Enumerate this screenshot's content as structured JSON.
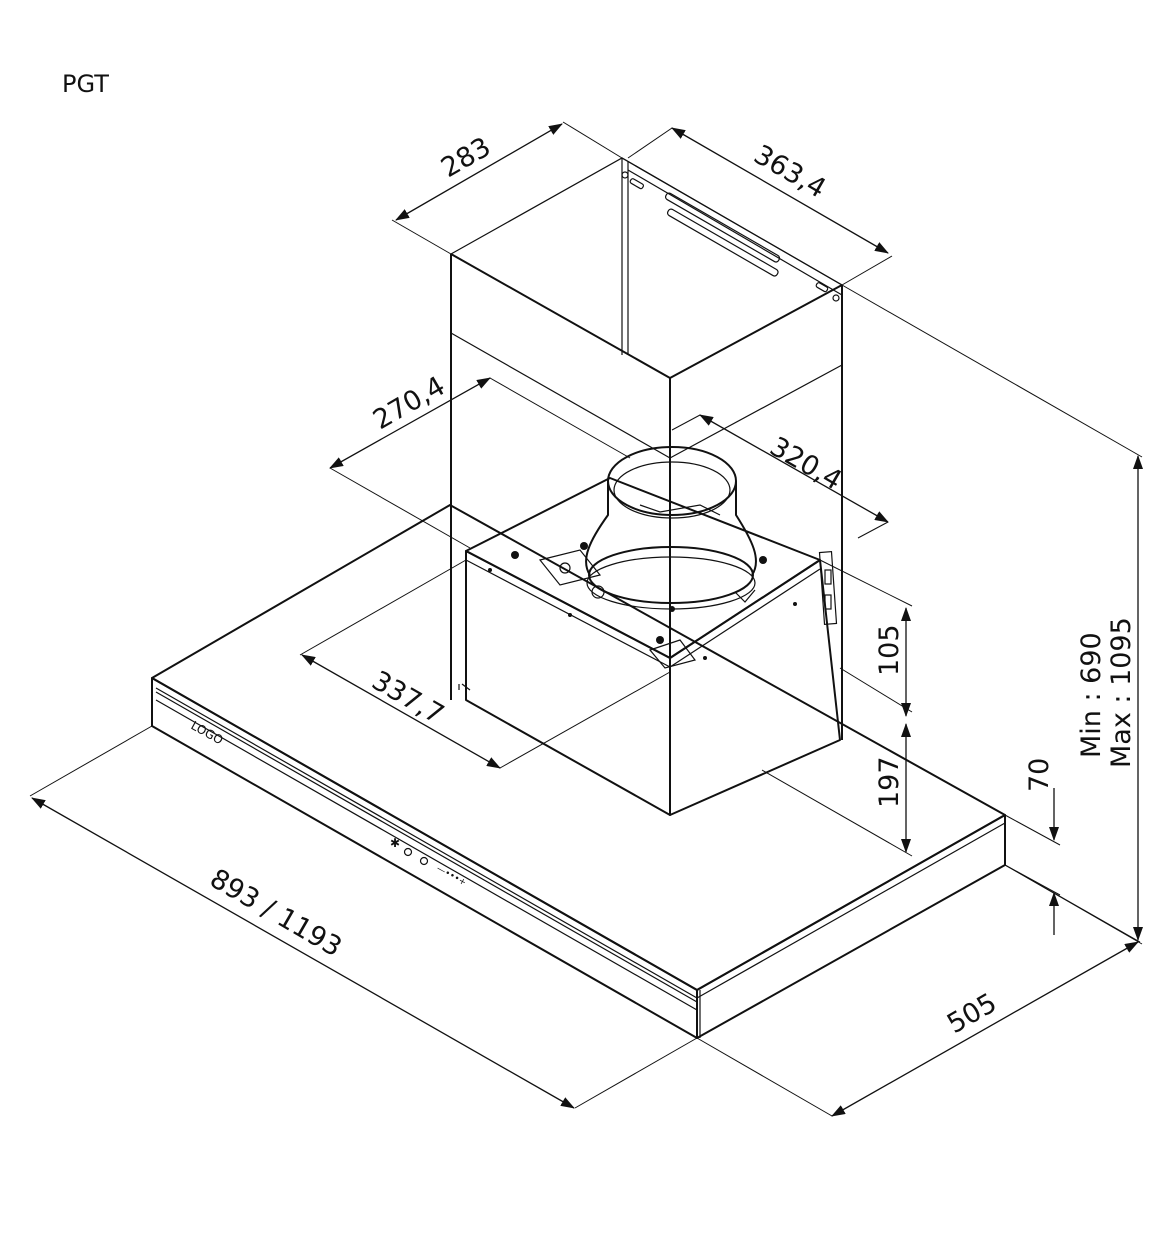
{
  "title": "PGT",
  "dimensions": {
    "chimney_depth": "283",
    "chimney_width": "363,4",
    "inner_depth": "270,4",
    "inner_width": "320,4",
    "motor_box_depth": "337,7",
    "motor_height": "105",
    "body_height": "197",
    "canopy_thickness": "70",
    "overall_height_min": "Min : 690",
    "overall_height_max": "Max : 1095",
    "canopy_width": "893 / 1193",
    "canopy_depth": "505"
  },
  "labels": {
    "logo": "LOGO"
  }
}
